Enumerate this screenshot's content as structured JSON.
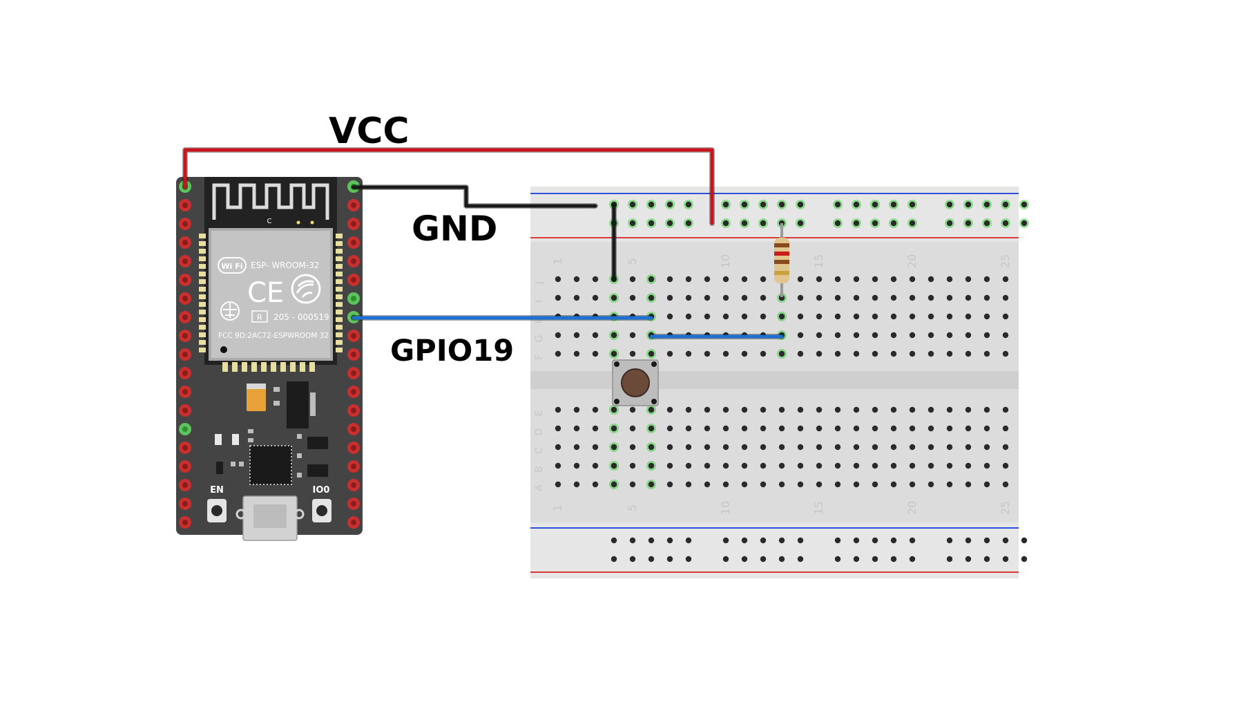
{
  "labels": {
    "vcc": "VCC",
    "gnd": "GND",
    "gpio": "GPIO19"
  },
  "module": {
    "name": "ESP- WROOM-32",
    "cert": "205 - 000519",
    "fcc": "FCC 9D:2AC72-ESPWROOM 32",
    "ce": "CE",
    "wifi": "Wi Fi",
    "r": "R",
    "c": "C"
  },
  "buttons": {
    "en": "EN",
    "io0": "IO0"
  },
  "breadboard": {
    "row_letters_top": [
      "J",
      "I",
      "H",
      "G",
      "F"
    ],
    "row_letters_bottom": [
      "E",
      "D",
      "C",
      "B",
      "A"
    ],
    "column_numbers": [
      "1",
      "5",
      "10",
      "15",
      "20",
      "25"
    ]
  },
  "colors": {
    "vcc_wire": "#c8141c",
    "gnd_wire": "#1a1a1a",
    "gpio_wire": "#1f6fd1",
    "vcc_label": "#cc1414",
    "gnd_label": "#000000",
    "gpio_label": "#0a3be0",
    "board": "#444444",
    "breadboard": "#dcdcdc"
  }
}
